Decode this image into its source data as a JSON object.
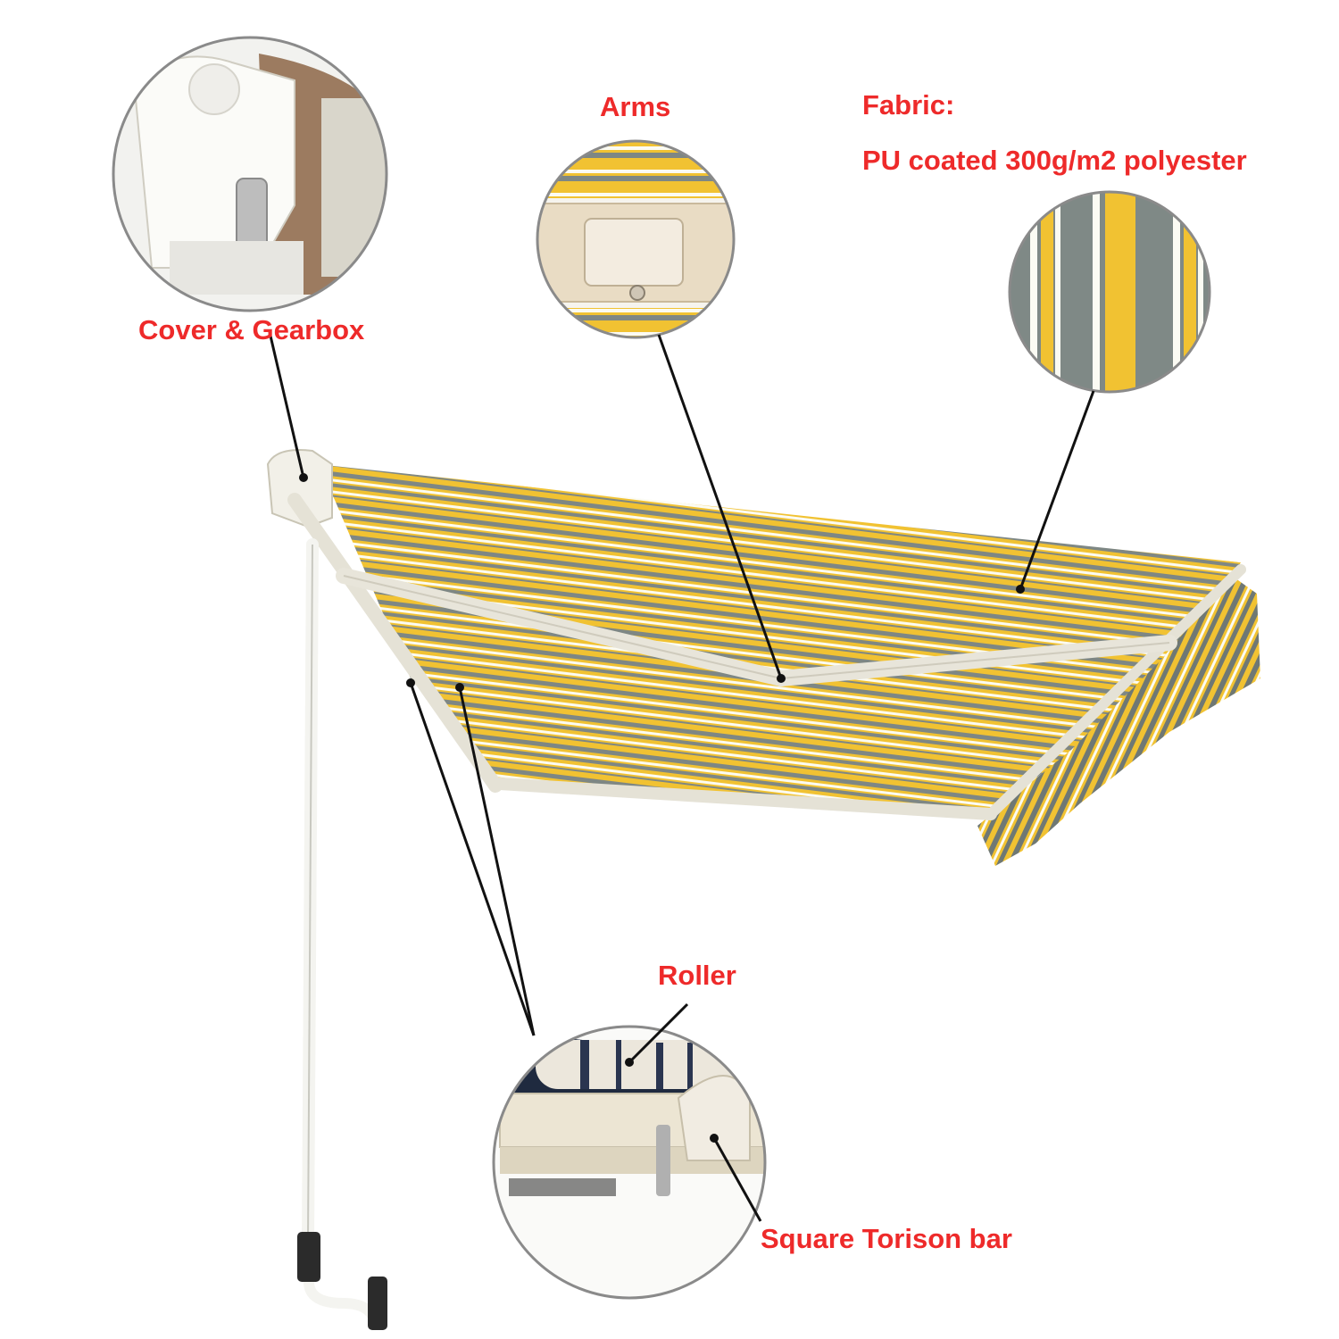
{
  "labels": {
    "cover_gearbox": "Cover & Gearbox",
    "arms": "Arms",
    "fabric_title": "Fabric:",
    "fabric_desc": "PU coated 300g/m2 polyester",
    "roller": "Roller",
    "torsion_bar": "Square Torison bar"
  },
  "colors": {
    "label_text": "#ee2a2a",
    "fabric_yellow": "#f1c232",
    "fabric_gray": "#7e8784",
    "fabric_white": "#fbfbf3",
    "frame": "#e5e2d6",
    "leader_line": "#111111",
    "callout_ring": "#8a8a8a"
  }
}
